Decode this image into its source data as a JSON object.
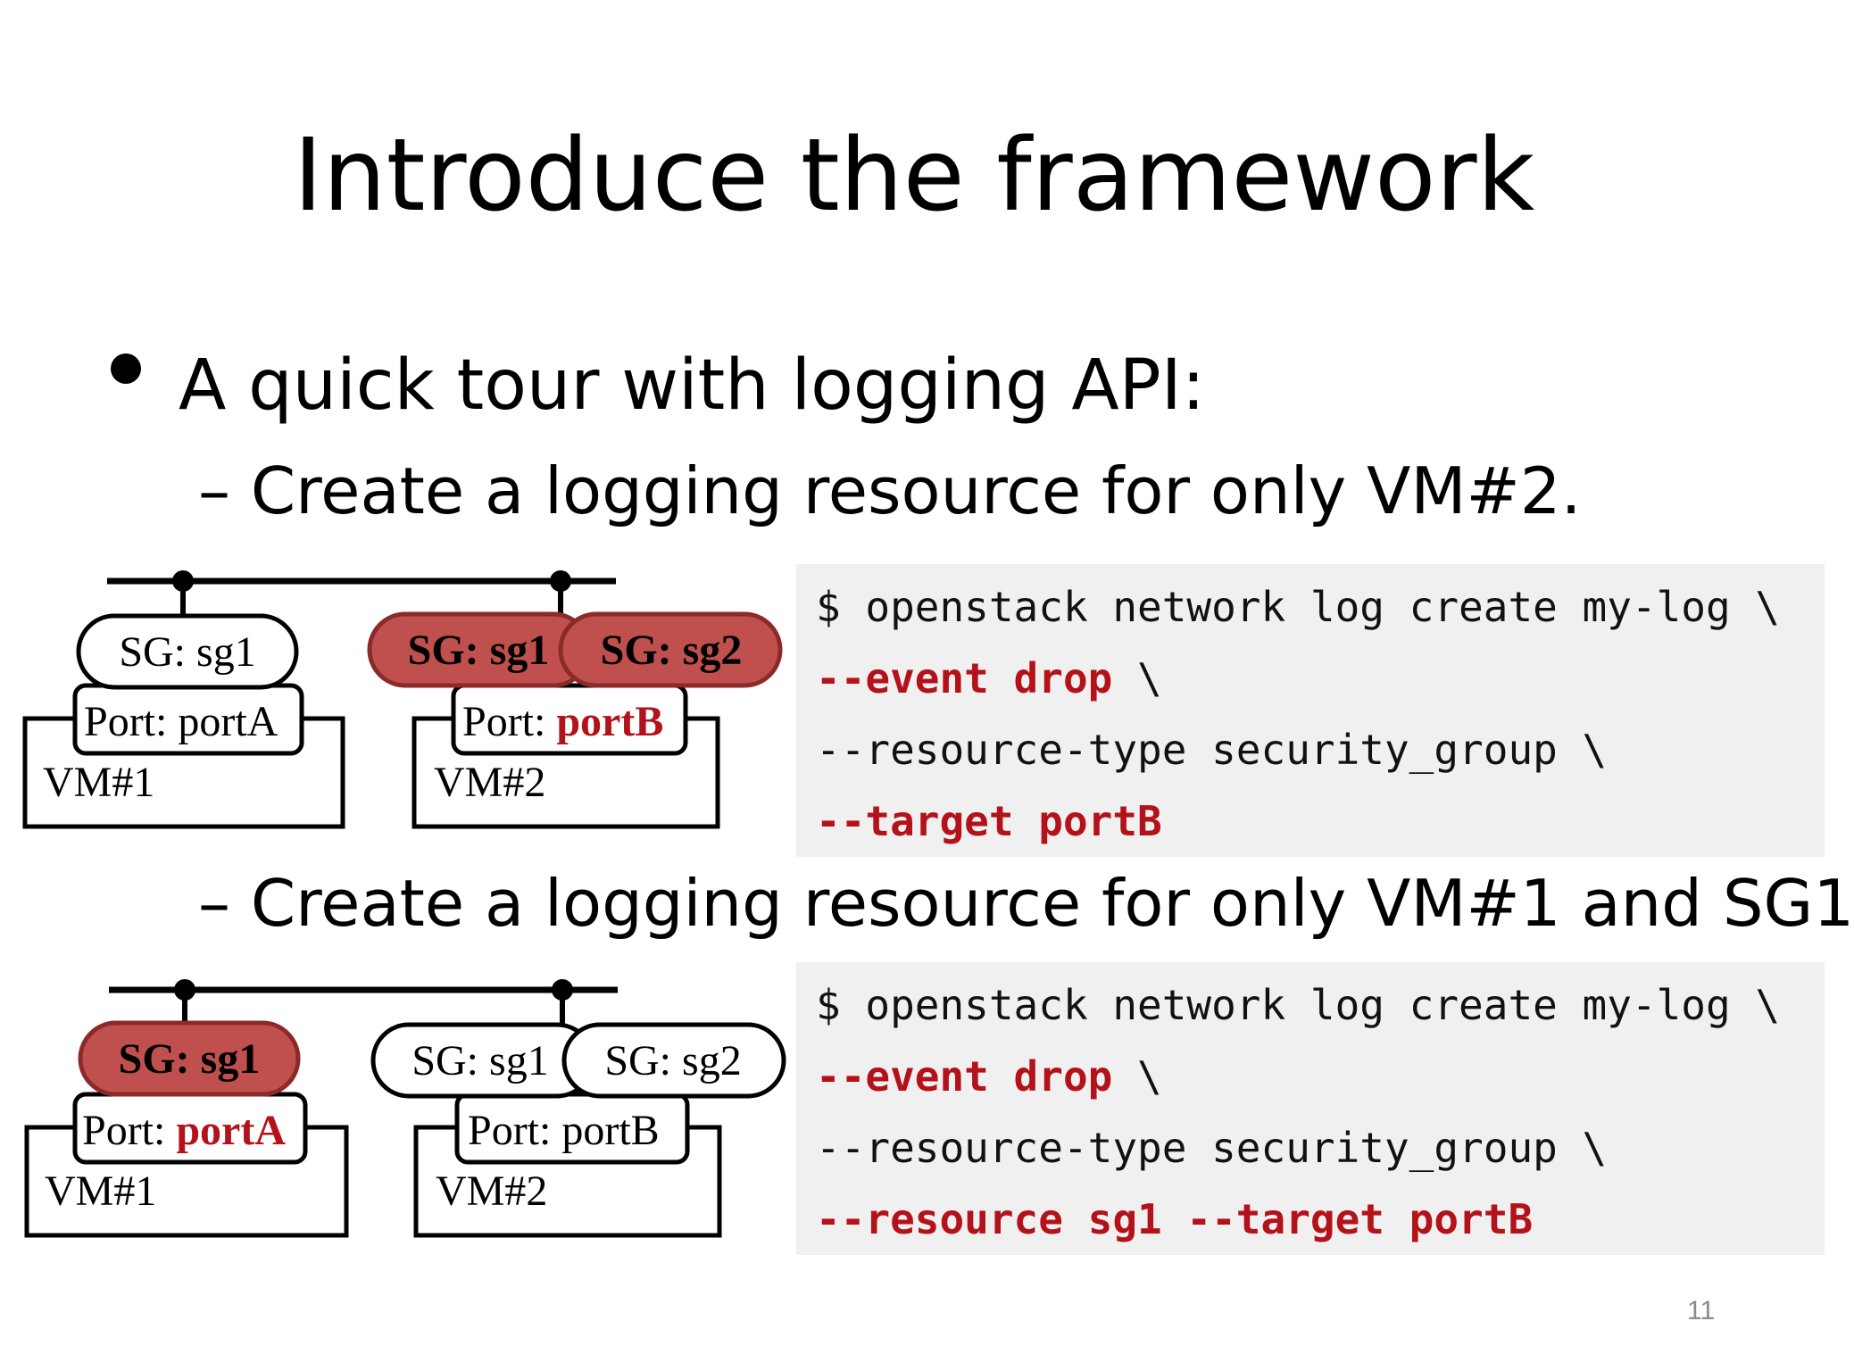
{
  "slide": {
    "title": "Introduce the framework",
    "bullet": "A quick tour with logging API:",
    "sub1": "– Create a logging resource for only VM#2.",
    "sub2": "– Create a logging resource for only VM#1 and SG1",
    "page_number": "11"
  },
  "diagram1": {
    "sg_left": "SG: sg1",
    "sg_mid": "SG: sg1",
    "sg_right": "SG: sg2",
    "port_a_prefix": "Port: ",
    "port_a_name": "portA",
    "port_b_prefix": "Port: ",
    "port_b_name": "portB",
    "vm1": "VM#1",
    "vm2": "VM#2"
  },
  "diagram2": {
    "sg_left": "SG: sg1",
    "sg_mid": "SG: sg1",
    "sg_right": "SG: sg2",
    "port_a_prefix": "Port: ",
    "port_a_name": "portA",
    "port_b_prefix": "Port: ",
    "port_b_name": "portB",
    "vm1": "VM#1",
    "vm2": "VM#2"
  },
  "code1": {
    "line1": "$ openstack network log create my-log \\",
    "line2_red": "--event drop",
    "line2_tail": " \\",
    "line3": "--resource-type security_group \\",
    "line4_red": "--target portB"
  },
  "code2": {
    "line1": "$ openstack network log create my-log \\",
    "line2_red": "--event drop",
    "line2_tail": " \\",
    "line3": "--resource-type security_group \\",
    "line4_red": "--resource sg1 --target portB"
  },
  "colors": {
    "highlight_fill": "#c0504d",
    "highlight_stroke": "#8b2a28",
    "red_text": "#b3121a",
    "code_bg": "#f0f0f0"
  }
}
